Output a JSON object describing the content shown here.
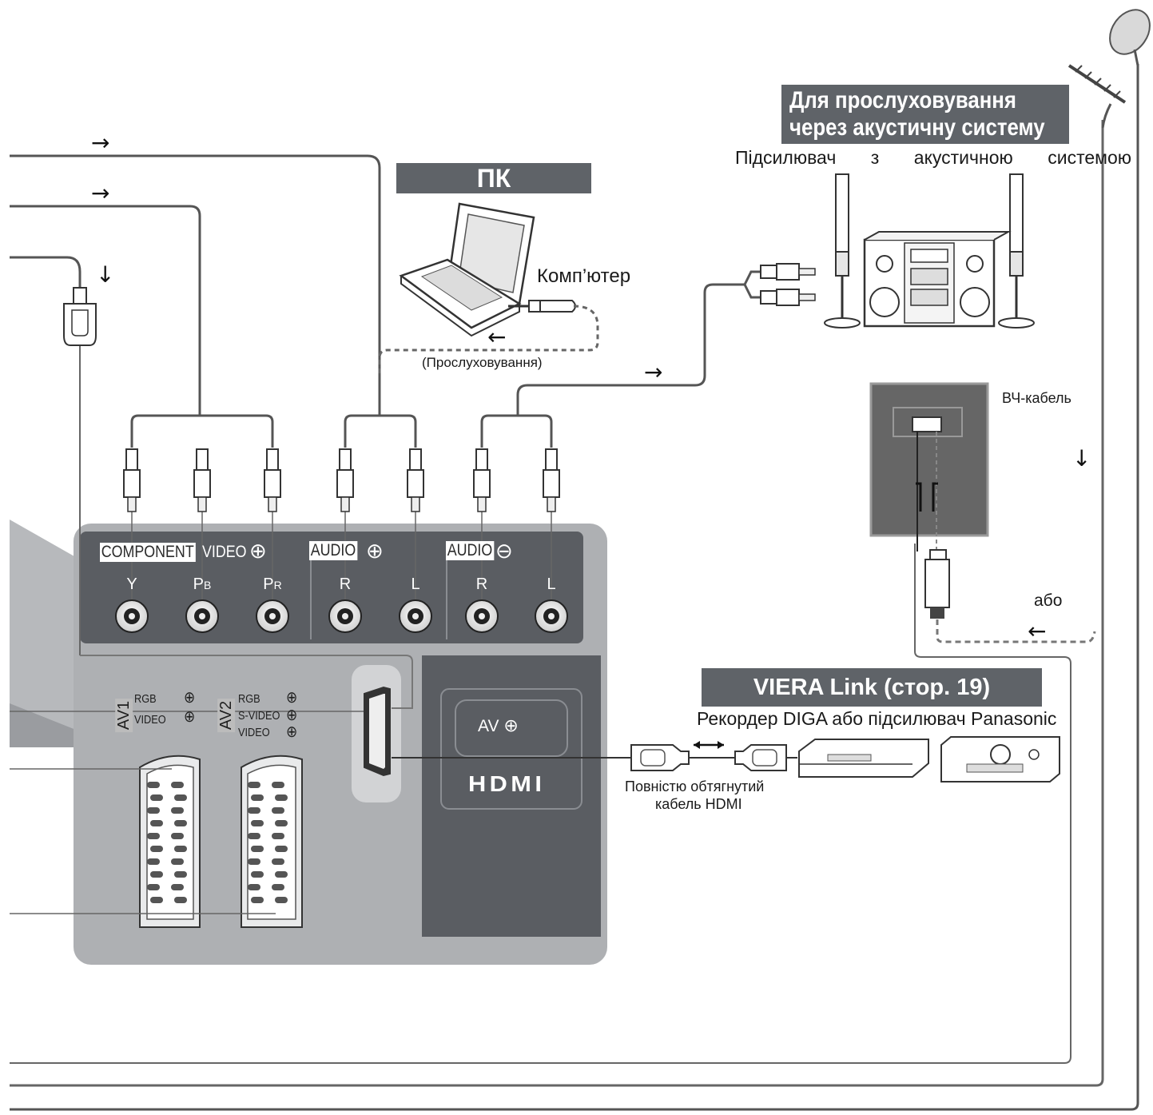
{
  "headings": {
    "speaker_system": "Для прослуховування\nчерез акустичну систему",
    "pc": "ПК",
    "viera_link": "VIERA Link (стор. 19)"
  },
  "labels": {
    "amplifier": "Підсилювач з акустичною системою",
    "computer": "Комп’ютер",
    "listening": "(Прослуховування)",
    "rf_cable": "ВЧ-кабель",
    "or": "або",
    "recorder": "Рекордер DIGA або підсилювач Panasonic",
    "hdmi_cable_line1": "Повністю обтягнутий",
    "hdmi_cable_line2": "кабель HDMI"
  },
  "panel": {
    "component_tag": "COMPONENT",
    "video_tag": "VIDEO",
    "audio_in_tag": "AUDIO",
    "audio_out_tag": "AUDIO",
    "jacks": [
      "Y",
      "PB",
      "PR",
      "R",
      "L",
      "R",
      "L"
    ],
    "av1": {
      "tag": "AV1",
      "signals": [
        "RGB",
        "VIDEO"
      ]
    },
    "av2": {
      "tag": "AV2",
      "signals": [
        "RGB",
        "S-VIDEO",
        "VIDEO"
      ]
    },
    "av_button": "AV",
    "hdmi_logo": "HDMI"
  },
  "colors": {
    "panel_dark": "#5a5d62",
    "panel_light": "#aeb0b3",
    "heading_bg": "#5f6368",
    "cable": "#555555"
  }
}
